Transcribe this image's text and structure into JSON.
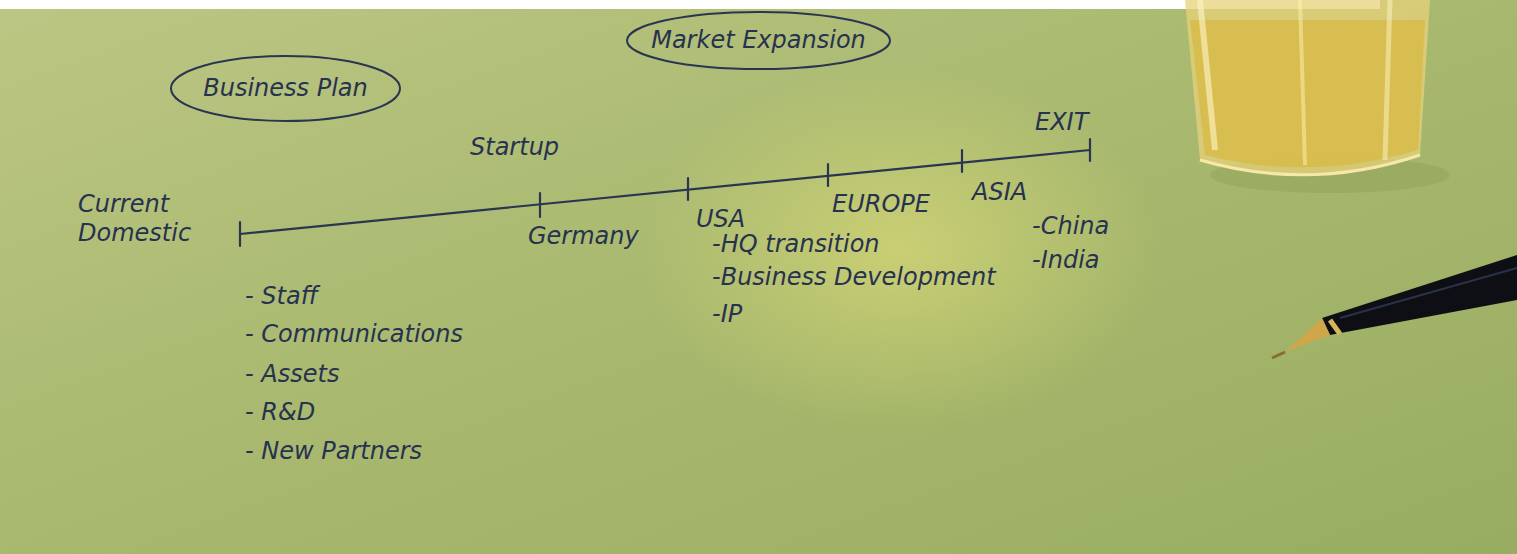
{
  "diagram": {
    "nodes": [
      {
        "text": [
          "Business Plan"
        ]
      },
      {
        "text": [
          "Market Expansion"
        ]
      }
    ],
    "labels": [
      "Startup",
      "EXIT",
      "Current Domestic",
      "Germany",
      "USA",
      "EUROPE",
      "ASIA",
      "- Staff",
      "- Communications",
      "- Assets",
      "- R&D",
      "- New Partners",
      "-HQ transition",
      "-Business Development",
      "-IP",
      "-China",
      "-India"
    ]
  }
}
